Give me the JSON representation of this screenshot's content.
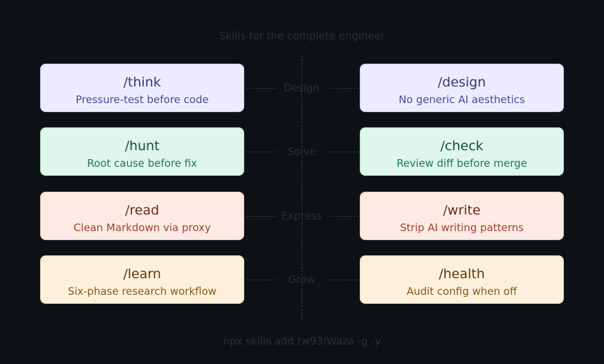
{
  "title": "Skills for the complete engineer",
  "footer": "npx skills add tw93/Waza -g -y",
  "rows": [
    {
      "category": "Design",
      "left": {
        "command": "/think",
        "description": "Pressure-test before code"
      },
      "right": {
        "command": "/design",
        "description": "No generic AI aesthetics"
      },
      "colors": {
        "bg": "#ececfe",
        "border": "#c7c5f3",
        "command": "#3b3673",
        "description": "#4e4a9b"
      }
    },
    {
      "category": "Solve",
      "left": {
        "command": "/hunt",
        "description": "Root cause before fix"
      },
      "right": {
        "command": "/check",
        "description": "Review diff before merge"
      },
      "colors": {
        "bg": "#e0f5ec",
        "border": "#a6dcc4",
        "command": "#11503a",
        "description": "#197a55"
      }
    },
    {
      "category": "Express",
      "left": {
        "command": "/read",
        "description": "Clean Markdown via proxy"
      },
      "right": {
        "command": "/write",
        "description": "Strip AI writing patterns"
      },
      "colors": {
        "bg": "#fdeae5",
        "border": "#f0c2b4",
        "command": "#6e2a17",
        "description": "#a0442a"
      }
    },
    {
      "category": "Grow",
      "left": {
        "command": "/learn",
        "description": "Six-phase research workflow"
      },
      "right": {
        "command": "/health",
        "description": "Audit config when off"
      },
      "colors": {
        "bg": "#fdf0dc",
        "border": "#f0d3a4",
        "command": "#5e3a0e",
        "description": "#8a5a18"
      }
    }
  ]
}
